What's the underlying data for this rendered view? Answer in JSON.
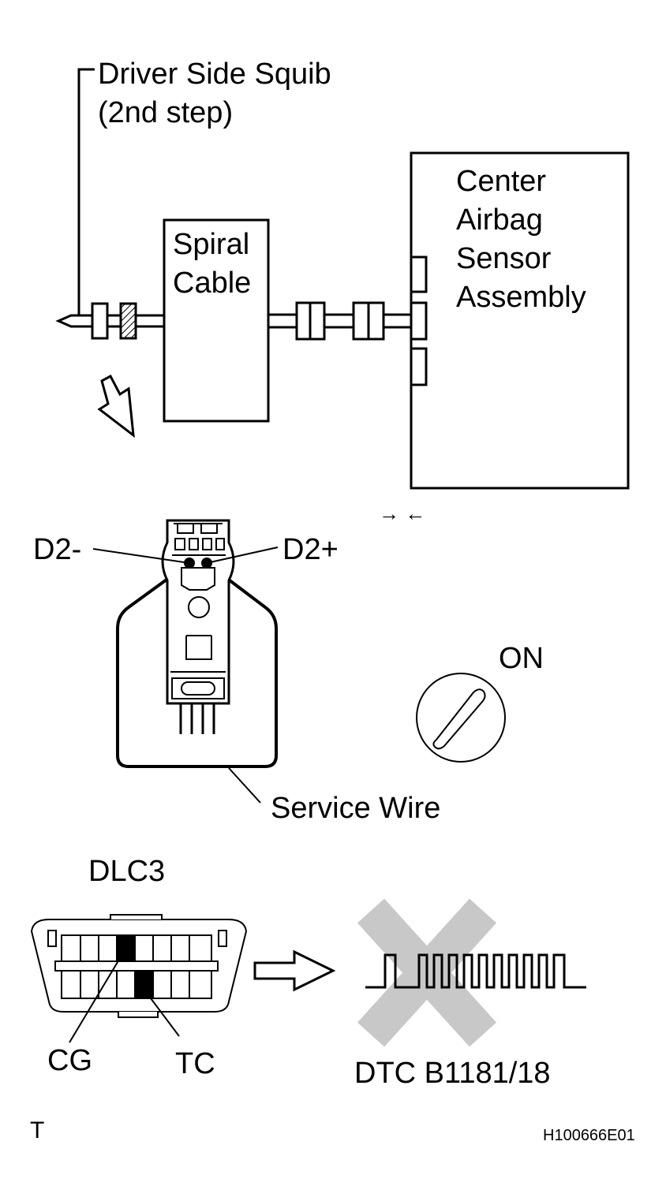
{
  "labels": {
    "driver_side_squib_line1": "Driver Side Squib",
    "driver_side_squib_line2": "(2nd step)",
    "spiral_cable_line1": "Spiral",
    "spiral_cable_line2": "Cable",
    "center_airbag_line1": "Center",
    "center_airbag_line2": "Airbag",
    "center_airbag_line3": "Sensor",
    "center_airbag_line4": "Assembly",
    "connector_arrows": "→ ←",
    "d2_minus": "D2-",
    "d2_plus": "D2+",
    "ignition_on": "ON",
    "service_wire": "Service Wire",
    "dlc3": "DLC3",
    "cg": "CG",
    "tc": "TC",
    "dtc": "DTC B1181/18",
    "corner_mark": "T",
    "figure_id": "H100666E01"
  },
  "icons": {
    "ignition_switch": "ignition-key-switch-icon",
    "connector_pair": "terminal-connector-icon",
    "dlc3_connector": "obd-dlc3-connector-icon",
    "direction_arrow": "hollow-arrow-icon",
    "signal_waveform": "pulse-waveform-icon",
    "cross_mark": "gray-x-mark-icon"
  },
  "colors": {
    "line": "#000000",
    "cross": "#c8c8c8",
    "background": "#ffffff"
  }
}
